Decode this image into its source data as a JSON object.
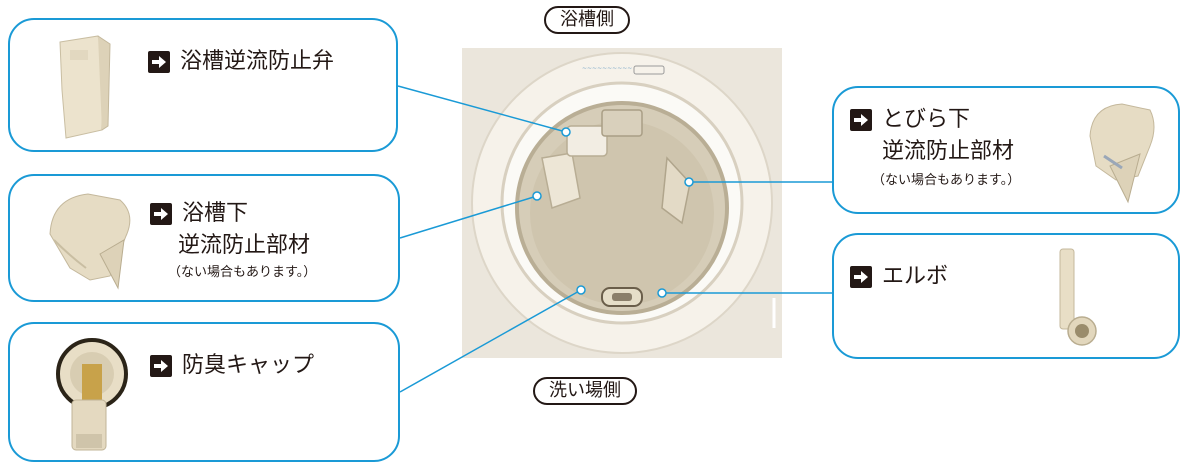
{
  "top_label": "浴槽側",
  "bottom_label": "洗い場側",
  "parts": {
    "backflow_valve": {
      "label": "浴槽逆流防止弁",
      "icon": "arrow-right-icon"
    },
    "tub_lower": {
      "line1": "浴槽下",
      "line2": "逆流防止部材",
      "note": "（ない場合もあります。）",
      "icon": "arrow-right-icon"
    },
    "odor_cap": {
      "label": "防臭キャップ",
      "icon": "arrow-right-icon"
    },
    "door_lower": {
      "line1": "とびら下",
      "line2": "逆流防止部材",
      "note": "（ない場合もあります。）",
      "icon": "arrow-right-icon"
    },
    "elbow": {
      "label": "エルボ",
      "icon": "arrow-right-icon"
    }
  },
  "colors": {
    "callout_border": "#1a9ad6",
    "text": "#231815",
    "part_color": "#e8dcc2"
  }
}
